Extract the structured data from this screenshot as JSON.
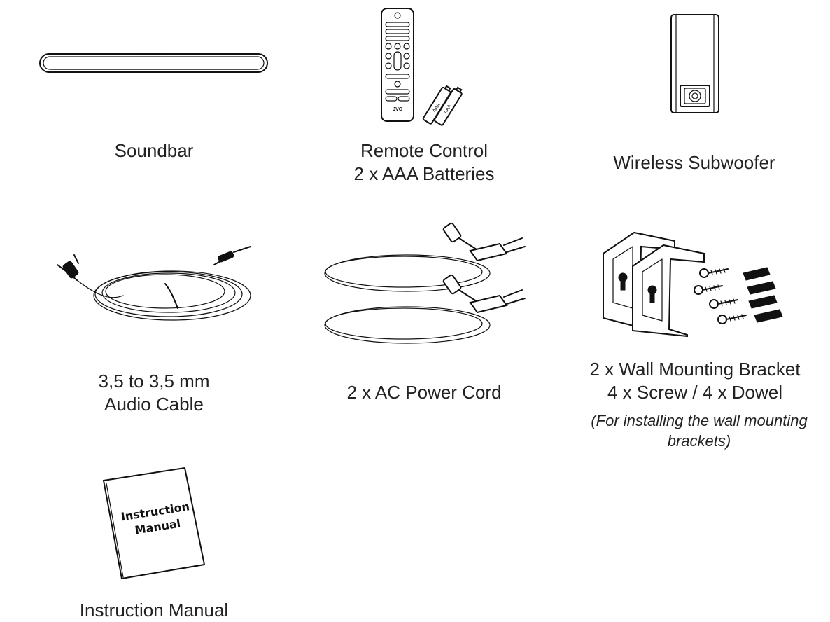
{
  "items": {
    "soundbar": {
      "label": "Soundbar"
    },
    "remote": {
      "line1": "Remote Control",
      "line2": "2 x AAA Batteries",
      "brand": "JVC",
      "battery_text": "AAA"
    },
    "subwoofer": {
      "label": "Wireless Subwoofer"
    },
    "audio_cable": {
      "line1": "3,5 to 3,5 mm",
      "line2": "Audio Cable"
    },
    "power_cord": {
      "label": "2 x AC Power Cord"
    },
    "bracket": {
      "line1": "2 x Wall Mounting Bracket",
      "line2": "4 x Screw / 4 x Dowel",
      "note": "(For installing the wall mounting brackets)"
    },
    "manual": {
      "label": "Instruction Manual",
      "cover_line1": "Instruction",
      "cover_line2": "Manual"
    }
  }
}
